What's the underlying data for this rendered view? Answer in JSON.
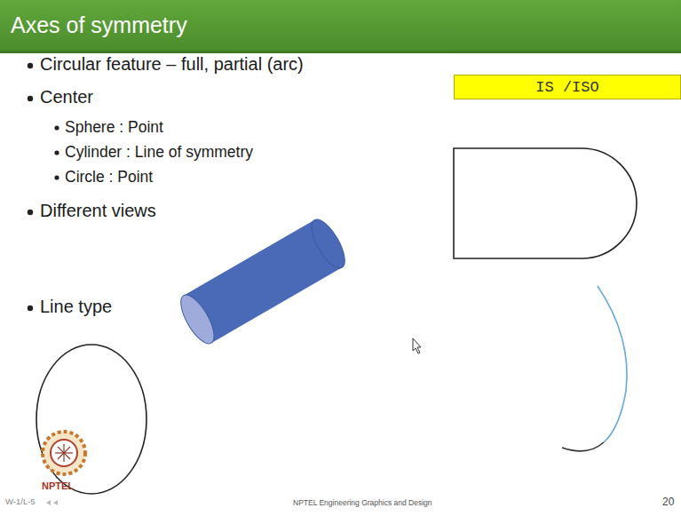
{
  "diagram": {
    "title": "Axes of symmetry",
    "nodes": [
      {
        "text": [
          "IS /ISO"
        ]
      }
    ],
    "labels": [
      "Circular feature – full, partial (arc)",
      "Center",
      "Sphere : Point",
      "Cylinder : Line of symmetry",
      "Circle : Point",
      "Different views",
      "Line type",
      "NPTEL",
      "W-1/L-5",
      "NPTEL Engineering Graphics and Design",
      "20"
    ]
  }
}
